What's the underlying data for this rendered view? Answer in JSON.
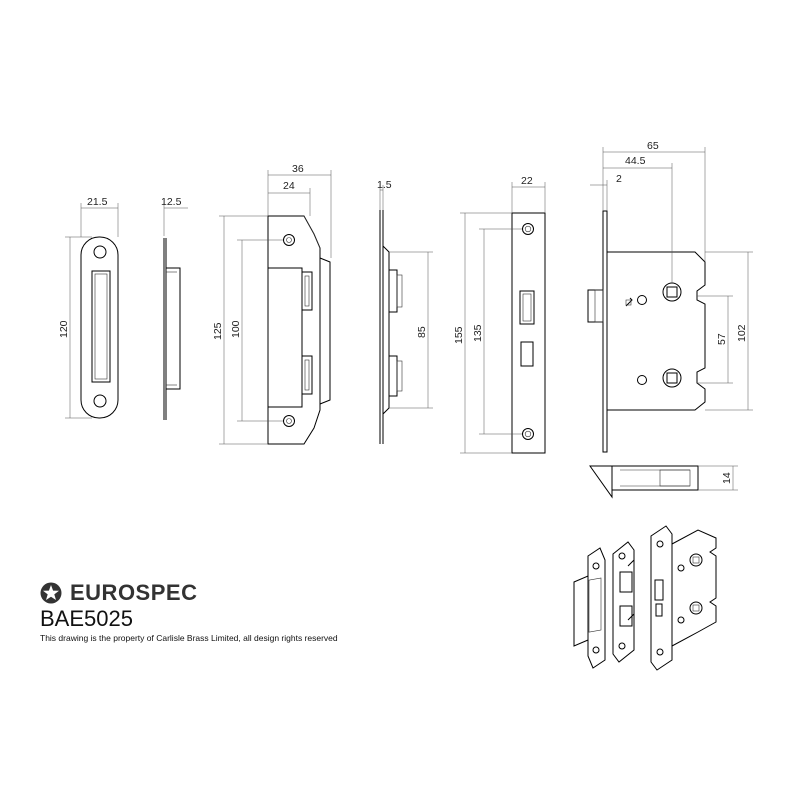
{
  "brand": {
    "name": "EUROSPEC",
    "logo_icon": "star-circle-logo"
  },
  "product_code": "BAE5025",
  "copyright": "This drawing is the property of Carlisle Brass Limited, all design rights reserved",
  "dimensions": {
    "strike_width": "21.5",
    "strike_depth": "12.5",
    "strike_height": "120",
    "forend_width": "36",
    "forend_inner": "24",
    "forend_height": "125",
    "forend_centres": "100",
    "box_thickness": "1.5",
    "box_height": "85",
    "faceplate_width": "22",
    "faceplate_height": "155",
    "faceplate_centres": "135",
    "case_depth": "65",
    "backset": "44.5",
    "offset": "2",
    "follower_centres": "57",
    "case_height": "102",
    "latch_height": "14"
  },
  "colors": {
    "line": "#000000",
    "dimension": "#555555",
    "text": "#222222"
  }
}
